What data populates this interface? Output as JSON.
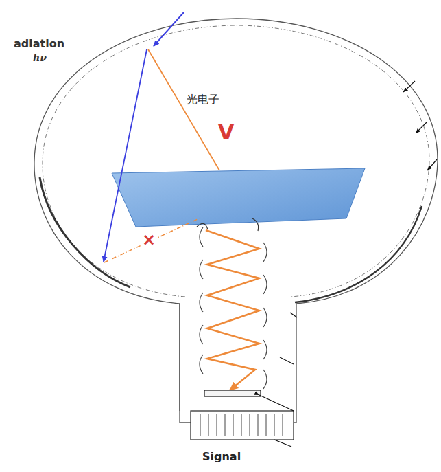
{
  "diagram": {
    "labels": [
      "adiation",
      "hν",
      "光电子",
      "V",
      "×",
      "Signal"
    ]
  }
}
